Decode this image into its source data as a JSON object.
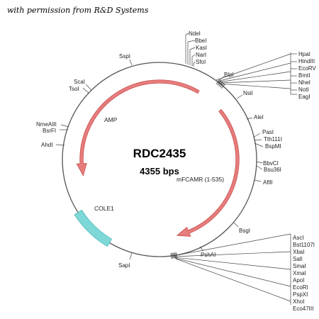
{
  "credit": "with permission from R&D Systems",
  "plasmid": {
    "name": "RDC2435",
    "size": "4355 bps"
  },
  "features": {
    "amp": "AMP",
    "mfcamr": "mFCAMR (1-535)",
    "cole1": "COLE1"
  },
  "colors": {
    "backbone": "#555555",
    "arrow_fill": "#e87c7c",
    "arrow_stroke": "#c55050",
    "cole1_fill": "#7fd8d8",
    "cole1_stroke": "#4fb9b9"
  },
  "sites": {
    "ndei": "NdeI",
    "bbei": "BbeI",
    "kasi": "KasI",
    "nari": "NarI",
    "sfoi": "SfoI",
    "sspi": "SspI",
    "scai": "ScaI",
    "tsoi": "TsoI",
    "nmeaiii": "NmeAIII",
    "bsrfi": "BsrFI",
    "ahdi": "AhdI",
    "sapi": "SapI",
    "pshai": "PshAI",
    "bsgi": "BsgI",
    "aflii": "AflII",
    "bbvci": "BbvCI",
    "bsu36i": "Bsu36I",
    "pasi": "PasI",
    "tth111i": "Tth111I",
    "bspmi": "BspMI",
    "alei": "AleI",
    "nsii": "NsiI",
    "blpi": "BlpI"
  },
  "mcs_top": [
    "HpaI",
    "HindIII",
    "EcoRV",
    "BmtI",
    "NheI",
    "NotI",
    "EagI"
  ],
  "mcs_bottom": [
    "AscI",
    "Bst1107I",
    "XbaI",
    "SalI",
    "SmaI",
    "XmaI",
    "ApoI",
    "EcoRI",
    "PspXI",
    "XhoI",
    "Eco47III"
  ]
}
